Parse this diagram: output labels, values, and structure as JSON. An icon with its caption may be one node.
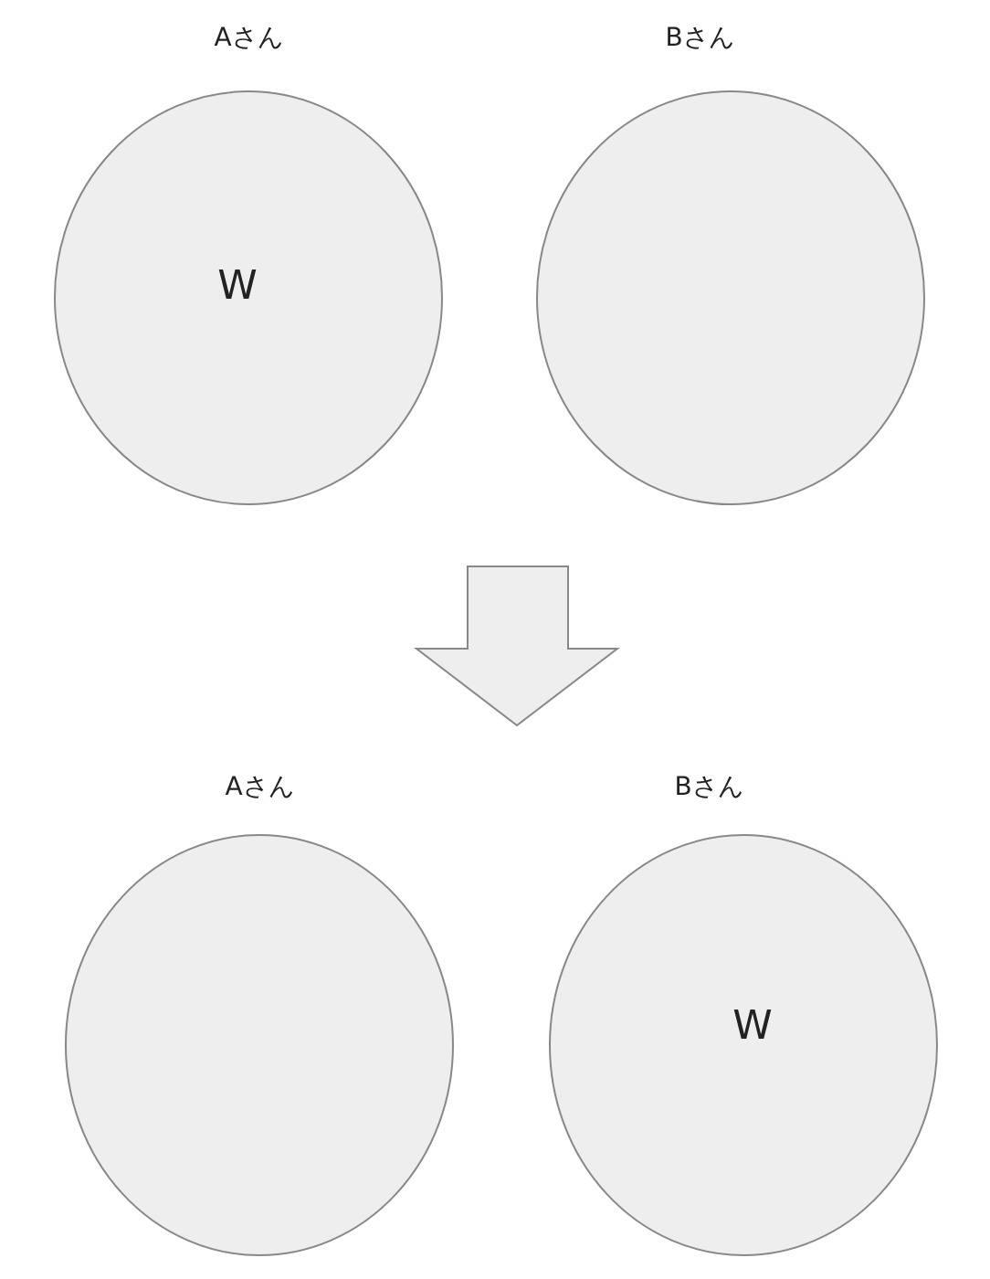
{
  "diagram": {
    "nodes": [
      {
        "text": [
          "Aさん",
          "W"
        ]
      },
      {
        "text": [
          "Bさん"
        ]
      },
      {
        "text": [
          "Aさん"
        ]
      },
      {
        "text": [
          "Bさん",
          "W"
        ]
      }
    ]
  }
}
